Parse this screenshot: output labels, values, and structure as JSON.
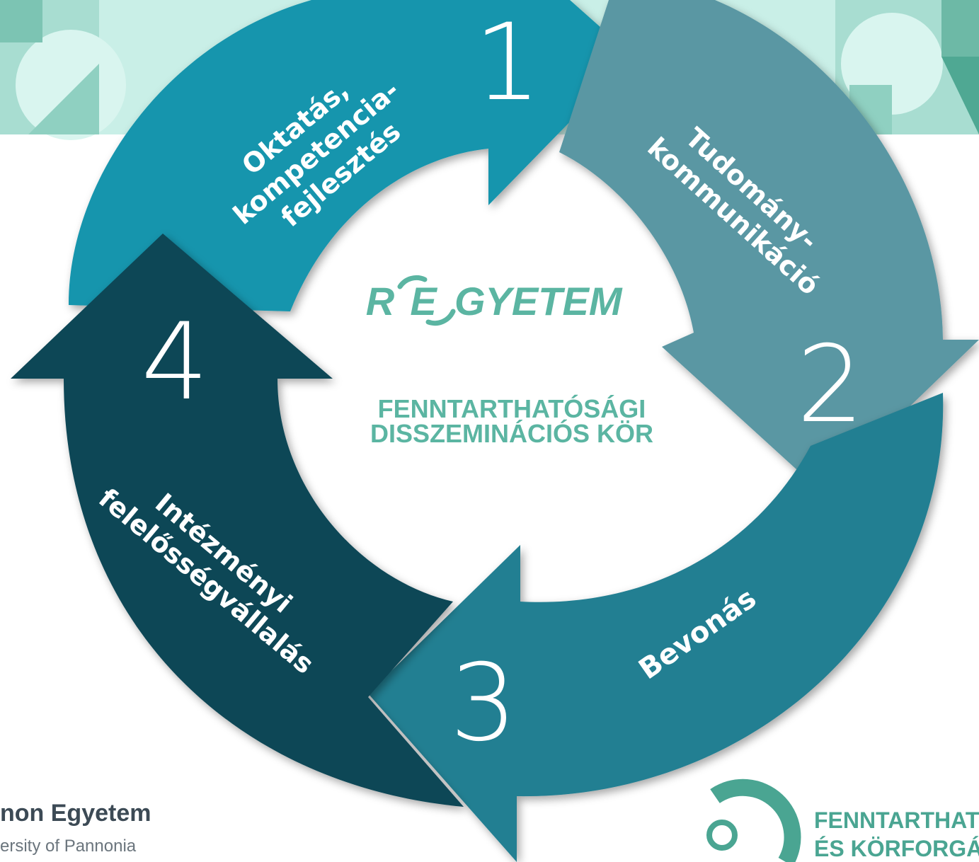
{
  "logo": {
    "text_r": "R",
    "text_e": "E",
    "text_rest": "GYETEM"
  },
  "center": {
    "line1": "FENNTARTHATÓSÁGI",
    "line2": "DISSZEMINÁCIÓS KÖR"
  },
  "segments": [
    {
      "number": "1",
      "lines": [
        "Oktatás,",
        "kompetencia-",
        "fejlesztés"
      ],
      "color": "#1295ad"
    },
    {
      "number": "2",
      "lines": [
        "Tudomány-",
        "kommunikáció"
      ],
      "color": "#5a97a3"
    },
    {
      "number": "3",
      "lines": [
        "Bevonás"
      ],
      "color": "#237f92"
    },
    {
      "number": "4",
      "lines": [
        "Intézményi",
        "felelősségvállalás"
      ],
      "color": "#0e4656"
    }
  ],
  "footer_left": {
    "line1": "non Egyetem",
    "line2": "ersity of Pannonia"
  },
  "footer_right": {
    "line1": "FENNTARTHAT",
    "line2": "ÉS KÖRFORGÁ"
  }
}
